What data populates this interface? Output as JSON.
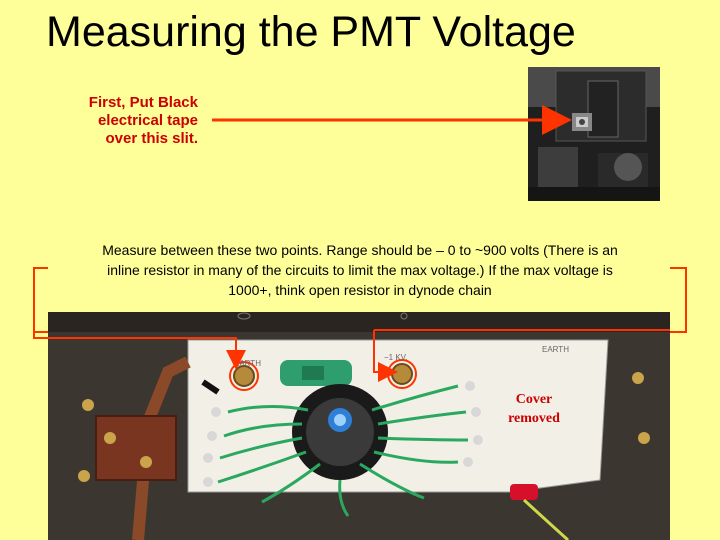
{
  "slide": {
    "title": "Measuring the PMT Voltage",
    "tape_note": {
      "line1": "First, Put Black",
      "line2": "electrical tape",
      "line3": "over this slit."
    },
    "measure_note": {
      "line1": "Measure between these two points.  Range should be – 0 to ~900 volts (There is an",
      "line2": "inline resistor in many of the circuits to limit the max voltage.)  If the max voltage is",
      "line3": "1000+, think open resistor in dynode chain"
    },
    "cover_note": {
      "line1": "Cover",
      "line2": "removed"
    }
  },
  "photo_labels": {
    "earth_left": "EARTH",
    "earth_right": "EARTH",
    "kv": "−1 KV."
  },
  "colors": {
    "background": "#FFFF99",
    "accent": "#CC0000",
    "arrow": "#FF3300",
    "bracket": "#FF3300"
  }
}
